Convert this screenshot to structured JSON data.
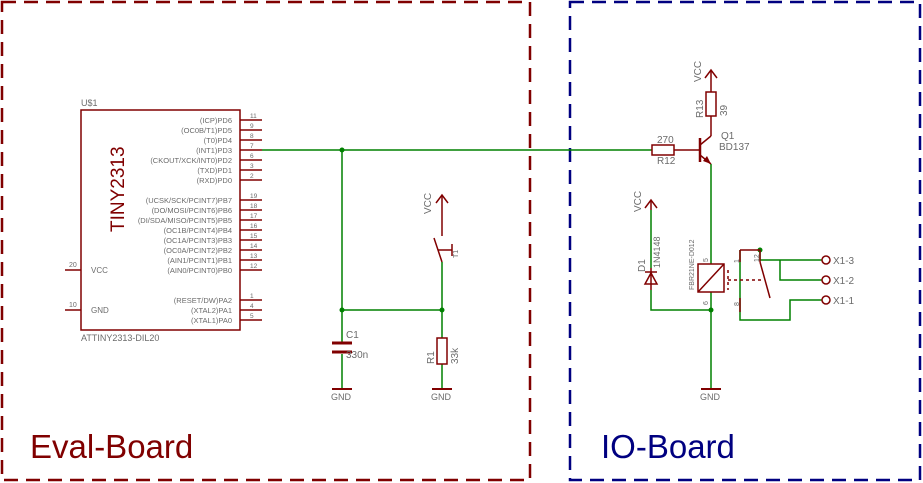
{
  "colors": {
    "box_eval": "#800000",
    "box_io": "#000080",
    "part": "#800000",
    "text": "#6b6b6b",
    "wire": "#008000",
    "background": "#ffffff"
  },
  "boxes": {
    "eval_label": "Eval-Board",
    "io_label": "IO-Board"
  },
  "mcu": {
    "ref": "U$1",
    "name": "TINY2313",
    "package": "ATTINY2313-DIL20",
    "vcc_pin": {
      "label": "VCC",
      "num": "20"
    },
    "gnd_pin": {
      "label": "GND",
      "num": "10"
    },
    "pins_right": [
      {
        "label": "(ICP)PD6",
        "num": "11"
      },
      {
        "label": "(OC0B/T1)PD5",
        "num": "9"
      },
      {
        "label": "(T0)PD4",
        "num": "8"
      },
      {
        "label": "(INT1)PD3",
        "num": "7"
      },
      {
        "label": "(CKOUT/XCK/INT0)PD2",
        "num": "6"
      },
      {
        "label": "(TXD)PD1",
        "num": "3"
      },
      {
        "label": "(RXD)PD0",
        "num": "2"
      },
      {
        "label": "(UCSK/SCK/PCINT7)PB7",
        "num": "19"
      },
      {
        "label": "(DO/MOSI/PCINT6)PB6",
        "num": "18"
      },
      {
        "label": "(DI/SDA/MISO/PCINT5)PB5",
        "num": "17"
      },
      {
        "label": "(OC1B/PCINT4)PB4",
        "num": "16"
      },
      {
        "label": "(OC1A/PCINT3)PB3",
        "num": "15"
      },
      {
        "label": "(OC0A/PCINT2)PB2",
        "num": "14"
      },
      {
        "label": "(AIN1/PCINT1)PB1",
        "num": "13"
      },
      {
        "label": "(AIN0/PCINT0)PB0",
        "num": "12"
      },
      {
        "label": "(RESET/DW)PA2",
        "num": "1"
      },
      {
        "label": "(XTAL2)PA1",
        "num": "4"
      },
      {
        "label": "(XTAL1)PA0",
        "num": "5"
      }
    ]
  },
  "eval_parts": {
    "c1_name": "C1",
    "c1_value": "330n",
    "r1_name": "R1",
    "r1_value": "33k",
    "sw_name": "T1",
    "vcc": "VCC",
    "gnd1": "GND",
    "gnd2": "GND"
  },
  "io_parts": {
    "r12_name": "R12",
    "r12_value": "270",
    "r13_name": "R13",
    "r13_value": "39",
    "q1_name": "Q1",
    "q1_value": "BD137",
    "vcc_top": "VCC",
    "vcc_diode": "VCC",
    "d1_name": "D1",
    "d1_value": "1N4148",
    "k1_name": "FBR21NE-D012",
    "k_pin5": "5",
    "k_pin6": "6",
    "k_pin1": "1",
    "k_pin12": "12",
    "k_pin8": "8",
    "gnd": "GND",
    "x1_3": "X1-3",
    "x1_2": "X1-2",
    "x1_1": "X1-1"
  }
}
